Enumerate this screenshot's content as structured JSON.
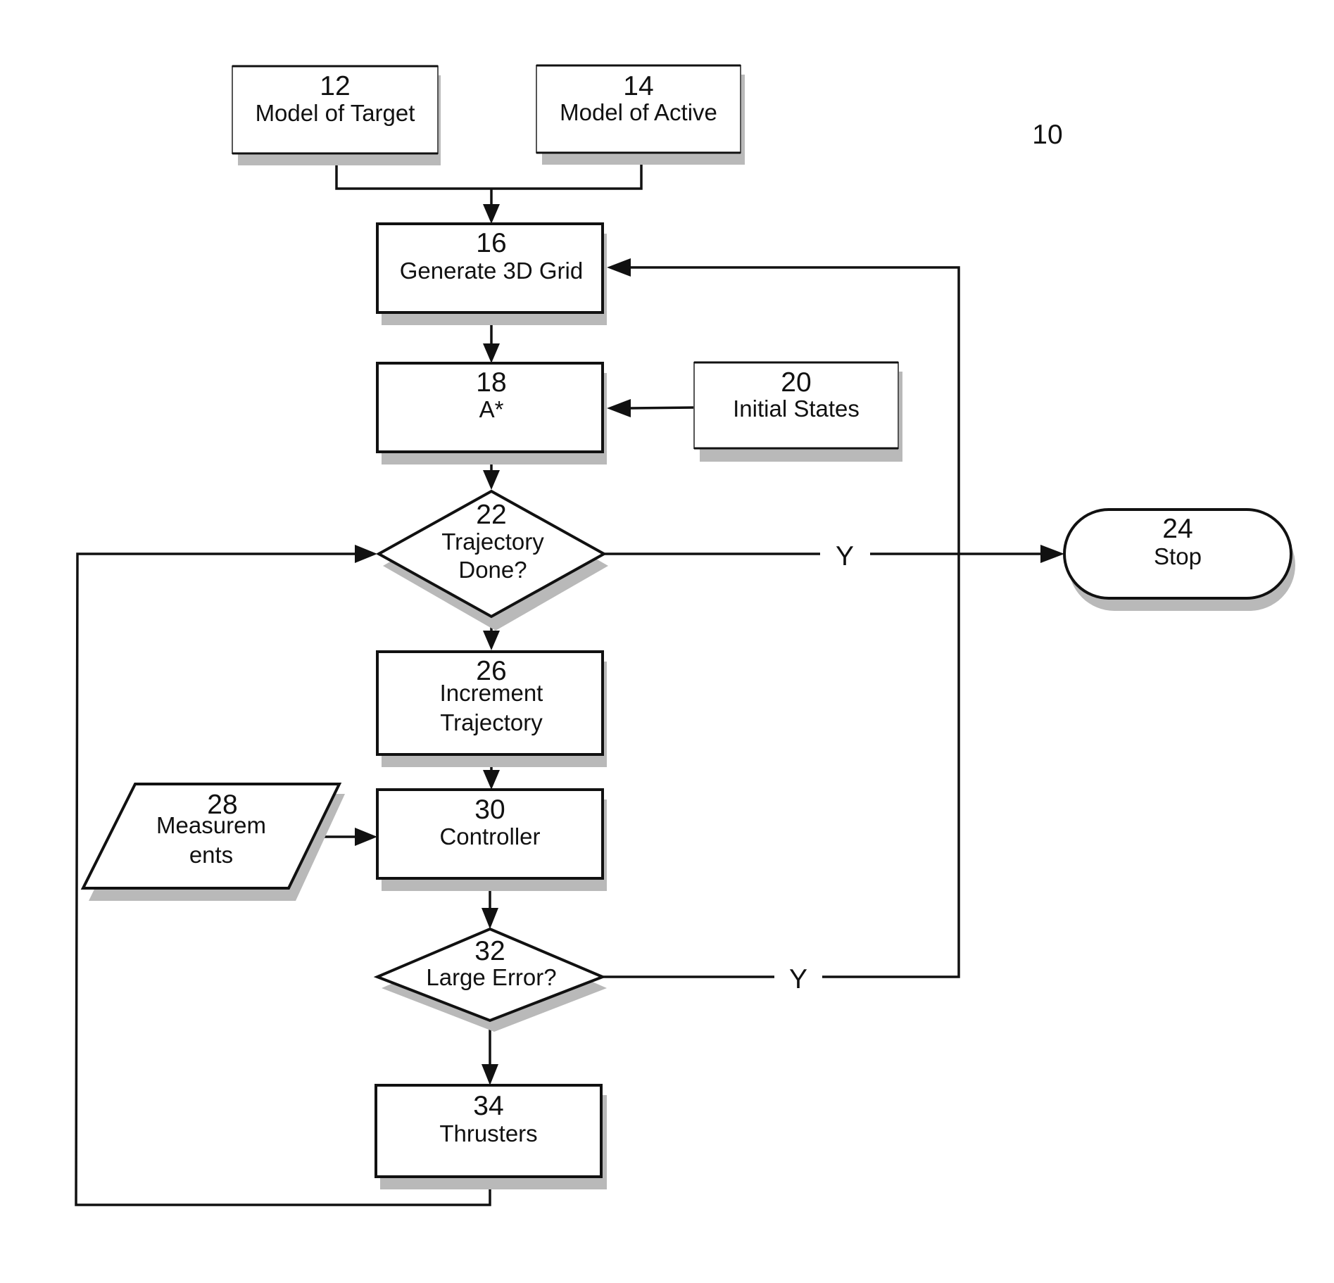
{
  "figure_number": "10",
  "nodes": {
    "n12": {
      "number": "12",
      "lines": [
        "Model of Target"
      ]
    },
    "n14": {
      "number": "14",
      "lines": [
        "Model of Active"
      ]
    },
    "n16": {
      "number": "16",
      "lines": [
        "Generate 3D Grid"
      ]
    },
    "n18": {
      "number": "18",
      "lines": [
        "A*"
      ]
    },
    "n20": {
      "number": "20",
      "lines": [
        "Initial States"
      ]
    },
    "n22": {
      "number": "22",
      "lines": [
        "Trajectory",
        "Done?"
      ]
    },
    "n24": {
      "number": "24",
      "lines": [
        "Stop"
      ]
    },
    "n26": {
      "number": "26",
      "lines": [
        "Increment",
        "Trajectory"
      ]
    },
    "n28": {
      "number": "28",
      "lines": [
        "Measurem",
        "ents"
      ]
    },
    "n30": {
      "number": "30",
      "lines": [
        "Controller"
      ]
    },
    "n32": {
      "number": "32",
      "lines": [
        "Large Error?"
      ]
    },
    "n34": {
      "number": "34",
      "lines": [
        "Thrusters"
      ]
    }
  },
  "edges": {
    "yes_22_label": "Y",
    "yes_32_label": "Y"
  },
  "colors": {
    "stroke": "#111111",
    "shadow": "#b9b9b9",
    "fill": "#ffffff"
  }
}
